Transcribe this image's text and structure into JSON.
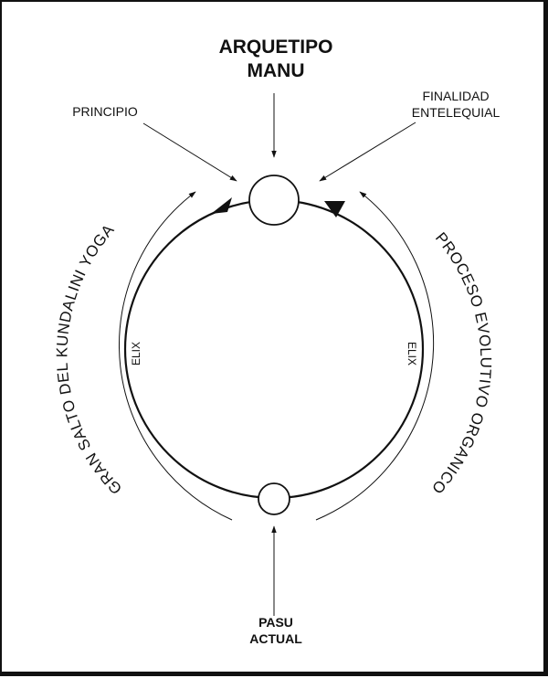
{
  "diagram": {
    "title_line1": "ARQUETIPO",
    "title_line2": "MANU",
    "principio": "PRINCIPIO",
    "finalidad_line1": "FINALIDAD",
    "finalidad_line2": "ENTELEQUIAL",
    "gran_salto": "GRAN SALTO DEL KUNDALINI YOGA",
    "proceso": "PROCESO EVOLUTIVO ORGANICO",
    "elix_left": "ELIX",
    "elix_right": "ELIX",
    "pasu_line1": "PASU",
    "pasu_line2": "ACTUAL"
  }
}
